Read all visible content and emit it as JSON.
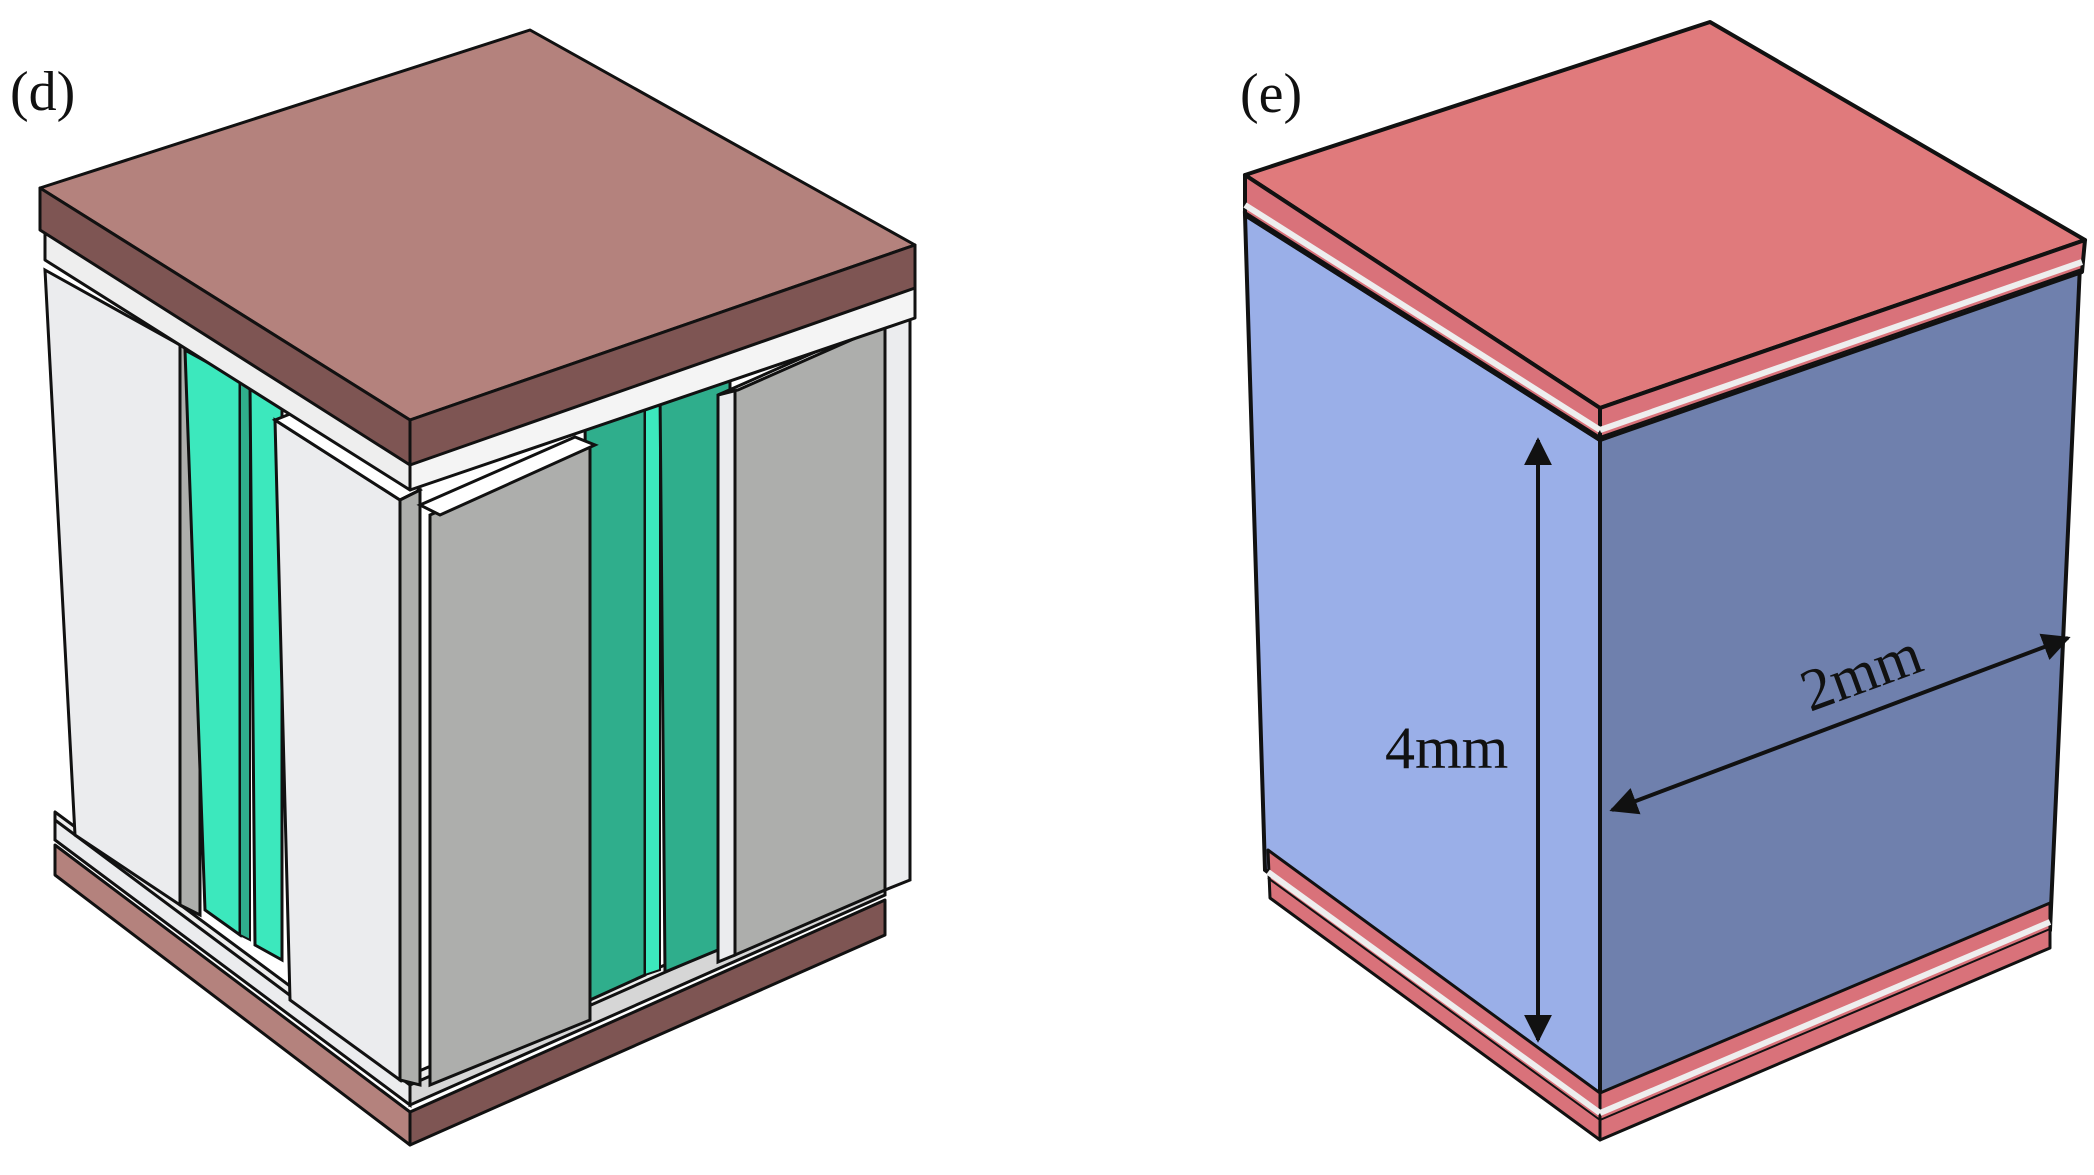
{
  "panels": [
    {
      "id": "d",
      "label": "(d)"
    },
    {
      "id": "e",
      "label": "(e)"
    }
  ],
  "dimensions": {
    "height_label": "4mm",
    "width_label": "2mm"
  },
  "colors": {
    "copper_top": "#b4827d",
    "copper_side": "#7e5553",
    "spacer_light": "#eeeeee",
    "plate_light": "#ebecee",
    "plate_gray": "#adaeac",
    "green_bright": "#3ce8bd",
    "green_dark": "#2fae8c",
    "red_top": "#e07a7c",
    "red_side": "#d9727a",
    "blue_left": "#9aafe8",
    "blue_right": "#6f80ad",
    "outline": "#111111"
  }
}
